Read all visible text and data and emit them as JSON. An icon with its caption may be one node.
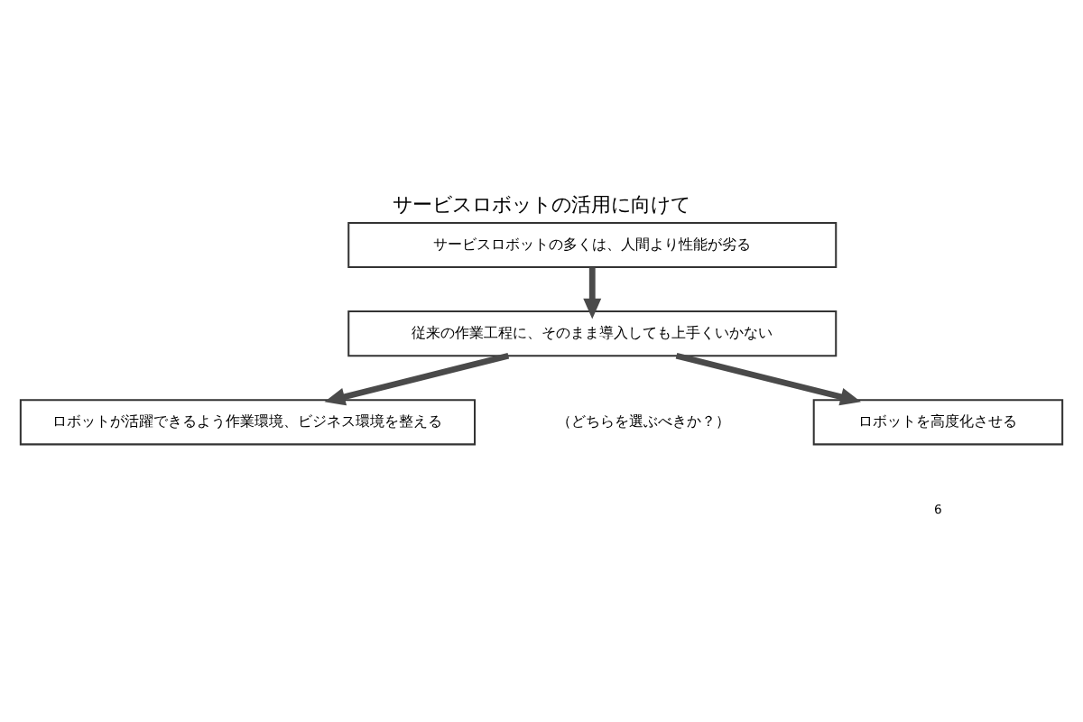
{
  "diagram": {
    "title": "サービスロボットの活用に向けて",
    "nodes": [
      {
        "text": [
          "サービスロボットの多くは、人間より性能が劣る"
        ]
      },
      {
        "text": [
          "従来の作業工程に、そのまま導入しても上手くいかない"
        ]
      },
      {
        "text": [
          "ロボットが活躍できるよう作業環境、ビジネス環境を整える"
        ]
      },
      {
        "text": [
          "ロボットを高度化させる"
        ]
      }
    ],
    "edges": [
      {
        "from": 0,
        "to": 1,
        "arrow": "to"
      },
      {
        "from": 1,
        "to": 2,
        "arrow": "to"
      },
      {
        "from": 1,
        "to": 3,
        "arrow": "to"
      }
    ],
    "labels": [
      "（どちらを選ぶべきか？）",
      "6"
    ]
  }
}
